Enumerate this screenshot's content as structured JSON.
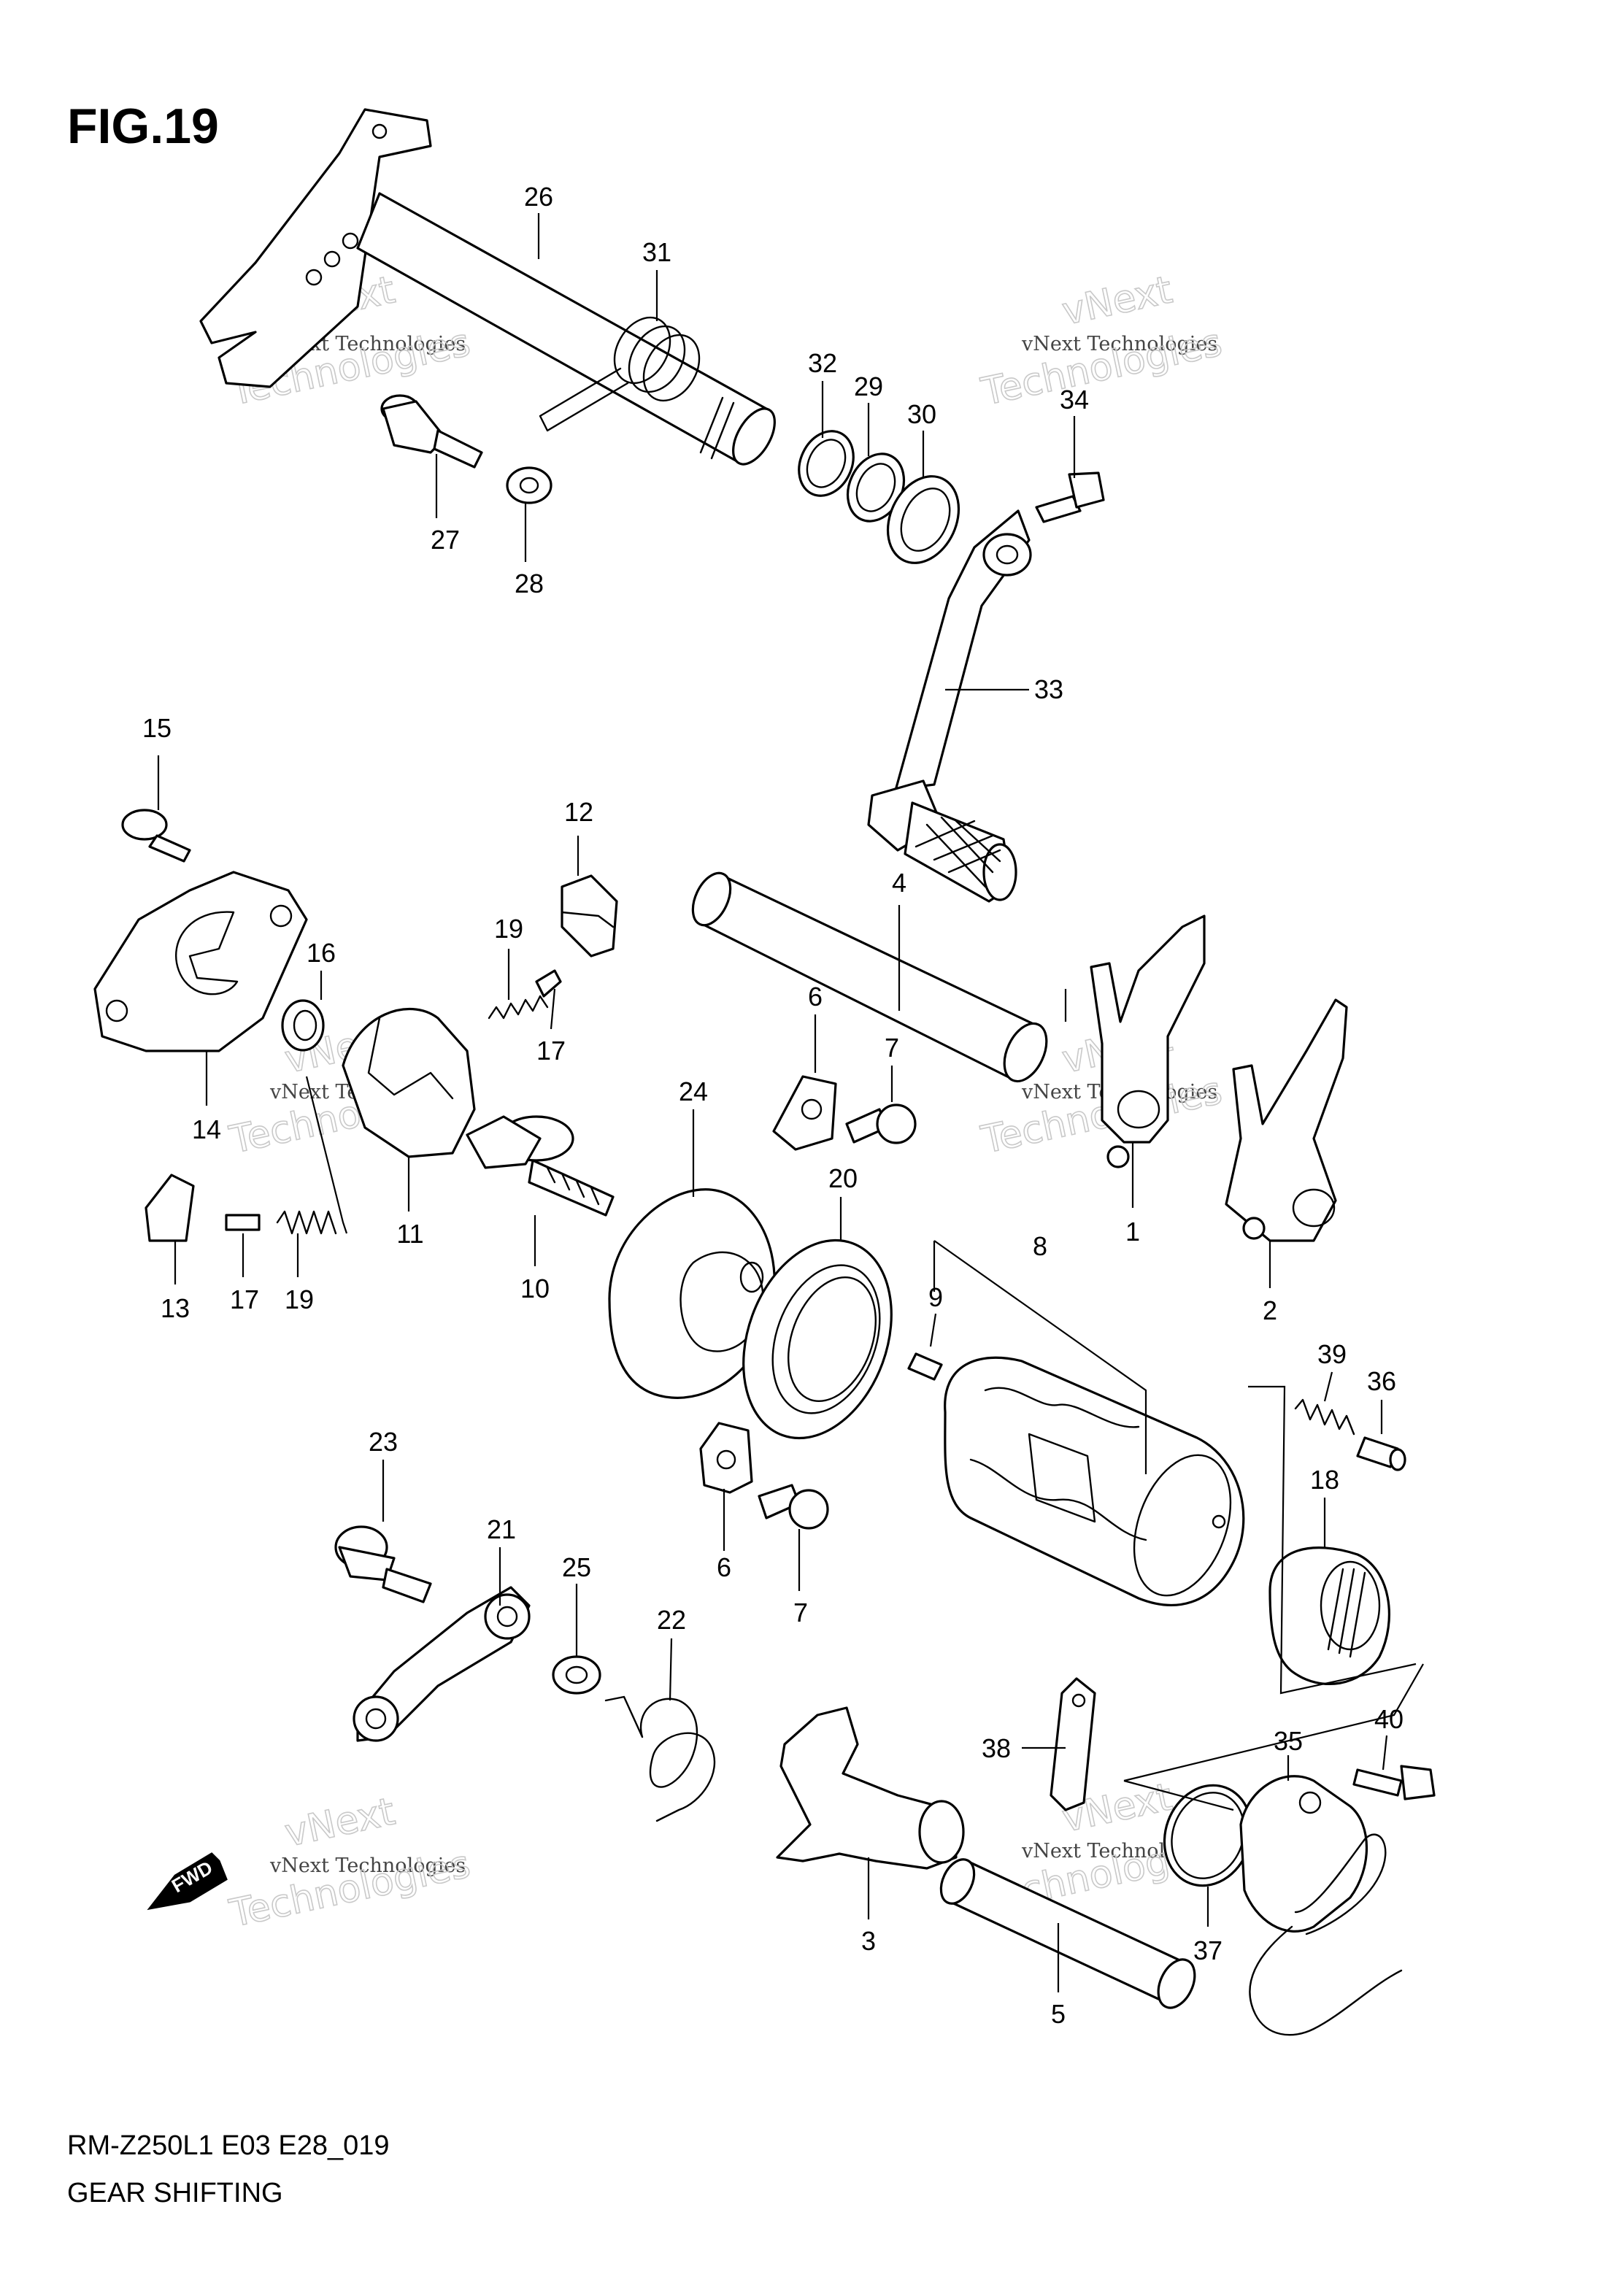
{
  "figure": {
    "title": "FIG.19"
  },
  "footer": {
    "model_code": "RM-Z250L1 E03 E28_019",
    "section": "GEAR SHIFTING"
  },
  "watermark": {
    "brand_small": "vNext Technologies",
    "brand_line1": "vNext",
    "brand_line2": "Technologies"
  },
  "fwd_indicator": {
    "label": "FWD"
  },
  "callouts": {
    "c1": "1",
    "c2": "2",
    "c3": "3",
    "c4": "4",
    "c5": "5",
    "c6a": "6",
    "c6b": "6",
    "c7a": "7",
    "c7b": "7",
    "c8": "8",
    "c9": "9",
    "c10": "10",
    "c11": "11",
    "c12": "12",
    "c13": "13",
    "c14": "14",
    "c15": "15",
    "c16": "16",
    "c17a": "17",
    "c17b": "17",
    "c18": "18",
    "c19a": "19",
    "c19b": "19",
    "c20": "20",
    "c21": "21",
    "c22": "22",
    "c23": "23",
    "c24": "24",
    "c25": "25",
    "c26": "26",
    "c27": "27",
    "c28": "28",
    "c29": "29",
    "c30": "30",
    "c31": "31",
    "c32": "32",
    "c33": "33",
    "c34": "34",
    "c35": "35",
    "c36": "36",
    "c37": "37",
    "c38": "38",
    "c39": "39",
    "c40": "40"
  }
}
